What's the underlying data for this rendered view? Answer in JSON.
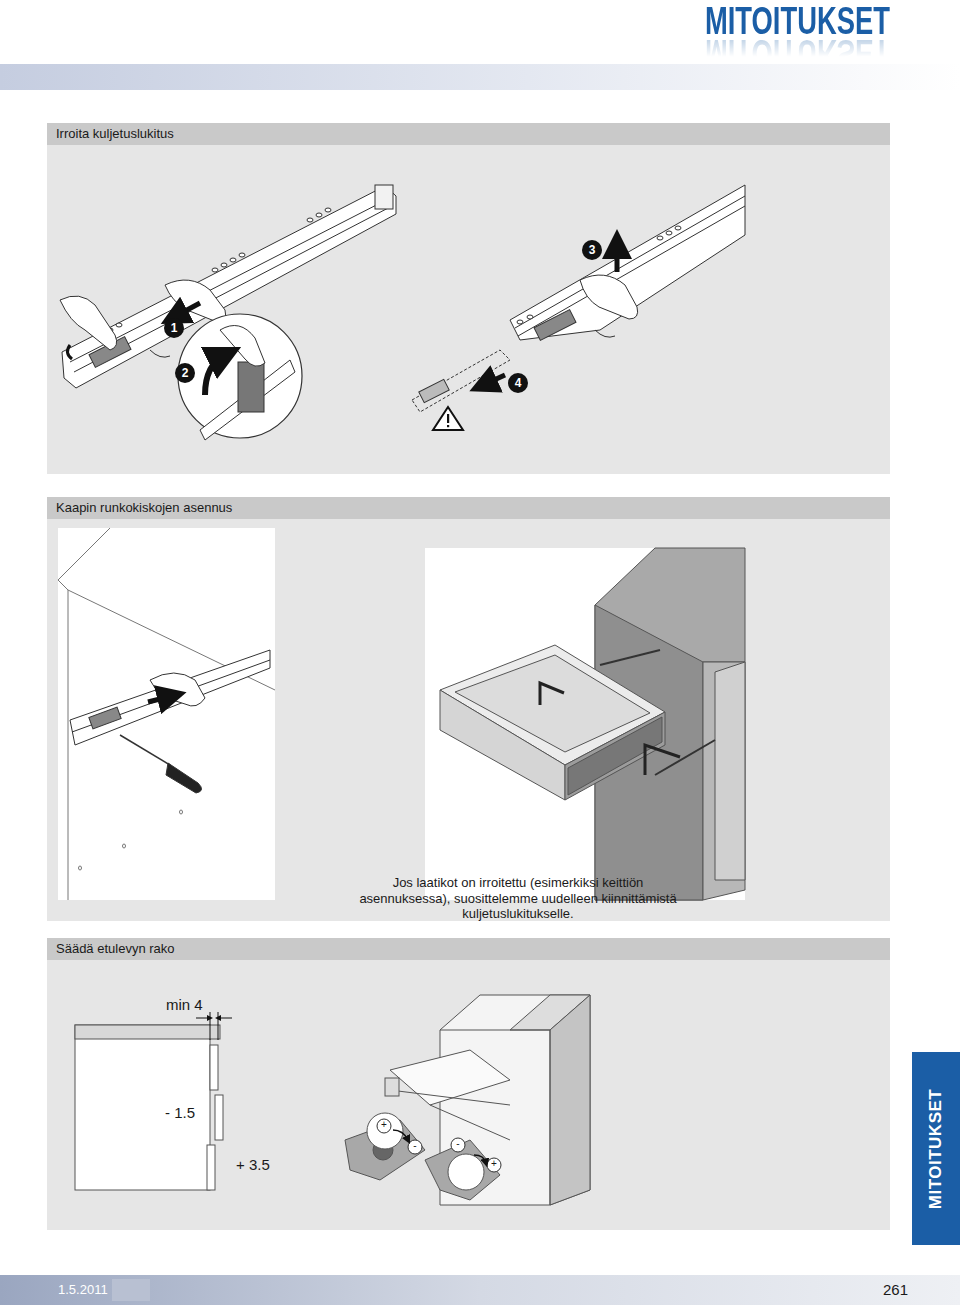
{
  "diagram": {
    "title": "MITOITUKSET",
    "nodes": [
      {
        "text": [
          "Irroita kuljetuslukitus"
        ]
      },
      {
        "text": [
          "3"
        ]
      },
      {
        "text": [
          "1"
        ]
      },
      {
        "text": [
          "2"
        ]
      },
      {
        "text": [
          "4"
        ]
      },
      {
        "text": [
          "Kaapin runkokiskojen asennus"
        ]
      },
      {
        "text": [
          "Säädä etulevyn rako"
        ]
      },
      {
        "text": [
          "MITOITUKSET"
        ]
      }
    ],
    "labels": [
      "Jos laatikot on irroitettu (esimerkiksi keittiön asennuksessa), suosittelemme uudelleen kiinnittämistä kuljetuslukitukselle.",
      "min 4",
      "- 1.5",
      "+ 3.5",
      "+",
      "-",
      "-",
      "+",
      "1.5.2011",
      "261"
    ]
  }
}
